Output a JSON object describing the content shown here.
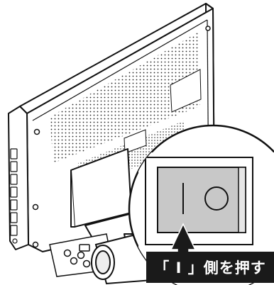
{
  "callout": {
    "text": "「 I 」側を押す"
  },
  "colors": {
    "line": "#111111",
    "body": "#ffffff",
    "switch_gray": "#c8c8c8",
    "callout_bg": "#1a1a1a",
    "callout_text": "#ffffff"
  },
  "parts": [
    "monitor-back-panel",
    "vent-grille",
    "stand",
    "cable-ports",
    "power-switch",
    "magnifier-inset"
  ]
}
